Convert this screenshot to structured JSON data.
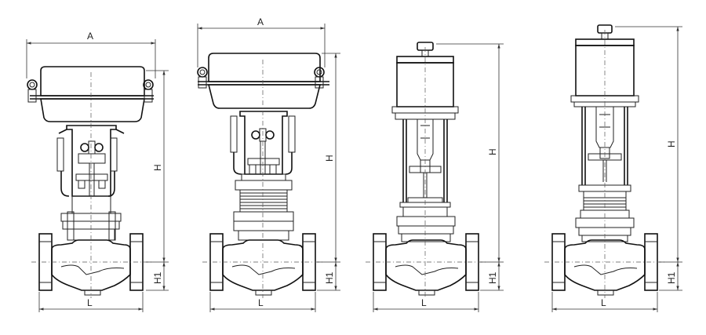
{
  "labels": {
    "width_top": "A",
    "height_total": "H",
    "height_center": "H1",
    "length": "L"
  },
  "valves": [
    {
      "type": "pneumatic-diaphragm",
      "dims": [
        "A",
        "H",
        "H1",
        "L"
      ]
    },
    {
      "type": "pneumatic-diaphragm-bellows",
      "dims": [
        "A",
        "H",
        "H1",
        "L"
      ]
    },
    {
      "type": "electric",
      "dims": [
        "H",
        "H1",
        "L"
      ]
    },
    {
      "type": "electric-bellows",
      "dims": [
        "H",
        "H1",
        "L"
      ]
    }
  ],
  "colors": {
    "line": "#222222",
    "background": "#ffffff"
  }
}
